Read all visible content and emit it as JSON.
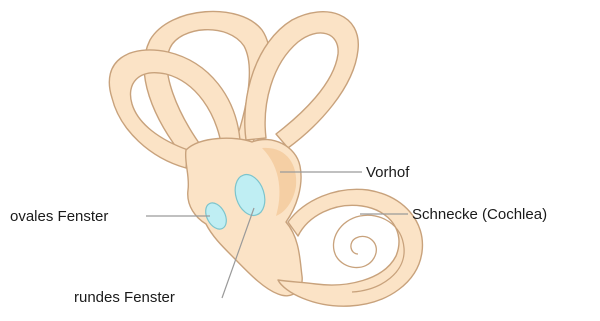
{
  "labels": {
    "vorhof": "Vorhof",
    "schnecke": "Schnecke (Cochlea)",
    "ovales_fenster": "ovales Fenster",
    "rundes_fenster": "rundes Fenster"
  },
  "colors": {
    "bone_fill": "#fbe3c6",
    "bone_outline": "#c8a27c",
    "window_fill": "#bfeef3",
    "leader_line": "#9a9a9a"
  }
}
